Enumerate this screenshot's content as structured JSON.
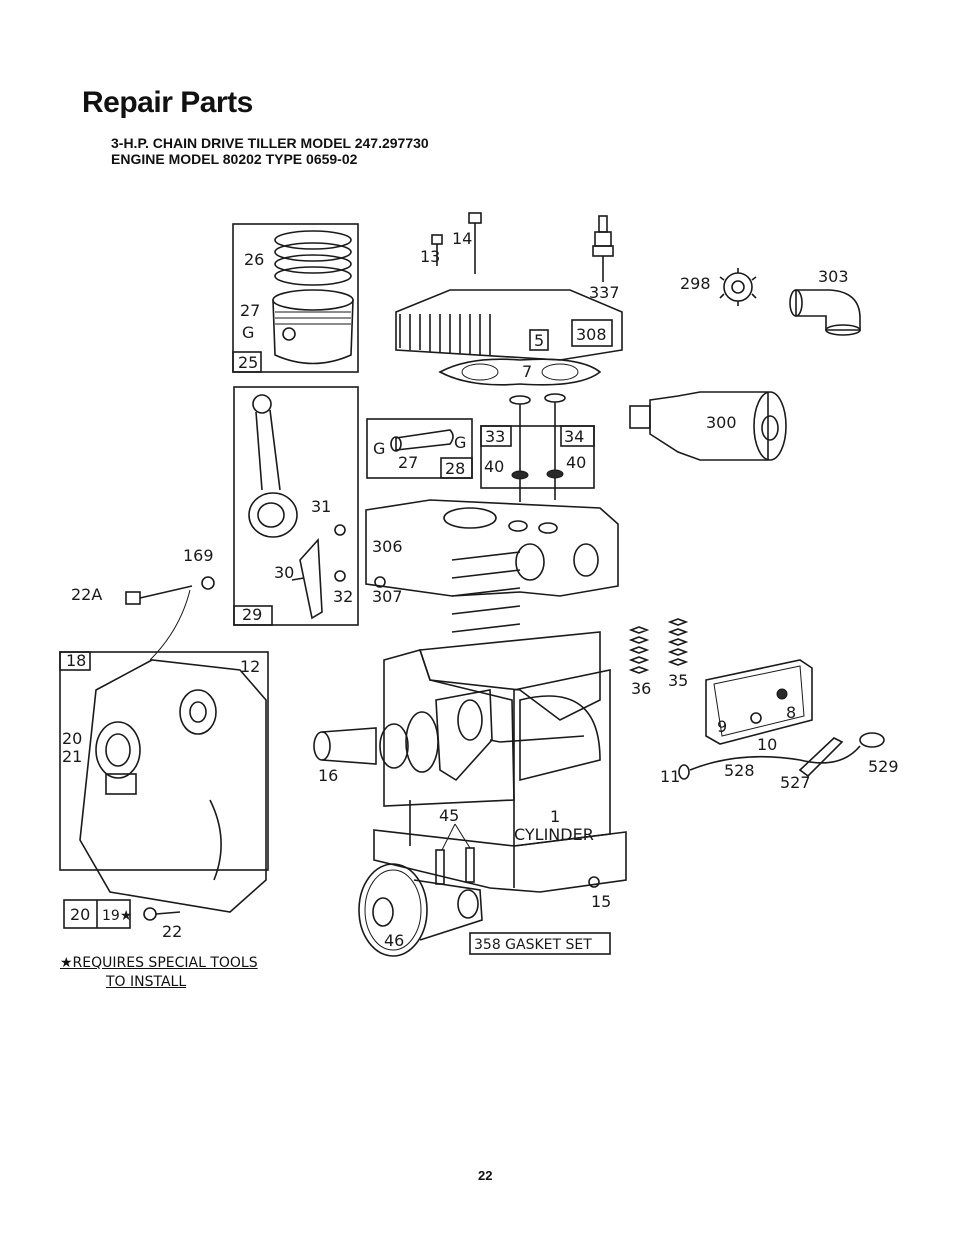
{
  "page": {
    "title": "Repair Parts",
    "subtitle_line1": "3-H.P. CHAIN DRIVE TILLER MODEL 247.297730",
    "subtitle_line2": "ENGINE MODEL 80202 TYPE 0659-02",
    "footnote_line1": "★REQUIRES SPECIAL TOOLS",
    "footnote_line2": "TO INSTALL",
    "page_number": "22"
  },
  "diagram": {
    "labels": {
      "p26": "26",
      "p27": "27",
      "p27g": "G",
      "p25": "25",
      "p14": "14",
      "p13": "13",
      "p337": "337",
      "p298": "298",
      "p303": "303",
      "p5": "5",
      "p308": "308",
      "p7": "7",
      "p300": "300",
      "p27b": "27",
      "p28": "28",
      "g_left": "G",
      "g_right": "G",
      "p33": "33",
      "p34": "34",
      "p40a": "40",
      "p40b": "40",
      "p31": "31",
      "p30": "30",
      "p32": "32",
      "p29": "29",
      "p169": "169",
      "p22a": "22A",
      "p306": "306",
      "p307": "307",
      "p36": "36",
      "p35": "35",
      "p9": "9",
      "p8": "8",
      "p10": "10",
      "p11": "11",
      "p528": "528",
      "p527": "527",
      "p529": "529",
      "p18": "18",
      "p12": "12",
      "p20a": "20",
      "p21": "21",
      "p16": "16",
      "p45": "45",
      "p1": "1",
      "cylinder": "CYLINDER",
      "p15": "15",
      "p20b": "20",
      "p19": "19★",
      "p22": "22",
      "p46": "46",
      "gasket_set": "358 GASKET SET"
    }
  }
}
